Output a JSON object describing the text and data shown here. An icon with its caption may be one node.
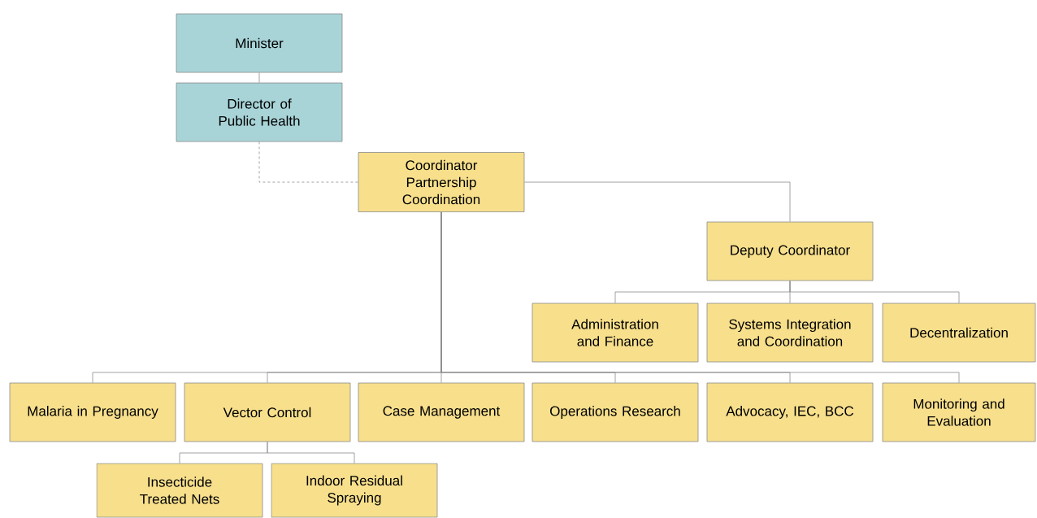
{
  "diagram": {
    "nodes": [
      {
        "text": [
          "Minister"
        ]
      },
      {
        "text": [
          "Director of Public Health"
        ]
      },
      {
        "text": [
          "Coordinator Partnership Coordination"
        ]
      },
      {
        "text": [
          "Deputy Coordinator"
        ]
      },
      {
        "text": [
          "Administration and Finance"
        ]
      },
      {
        "text": [
          "Systems Integration and Coordination"
        ]
      },
      {
        "text": [
          "Decentralization"
        ]
      },
      {
        "text": [
          "Malaria in Pregnancy"
        ]
      },
      {
        "text": [
          "Vector Control"
        ]
      },
      {
        "text": [
          "Case Management"
        ]
      },
      {
        "text": [
          "Operations Research"
        ]
      },
      {
        "text": [
          "Advocacy, IEC, BCC"
        ]
      },
      {
        "text": [
          "Monitoring and Evaluation"
        ]
      },
      {
        "text": [
          "Insecticide Treated Nets"
        ]
      },
      {
        "text": [
          "Indoor Residual Spraying"
        ]
      }
    ],
    "edges": [
      {
        "from": 0,
        "to": 1,
        "arrow": "none"
      },
      {
        "from": 1,
        "to": 2,
        "arrow": "none",
        "style": "dashed"
      },
      {
        "from": 2,
        "to": 3,
        "arrow": "none"
      },
      {
        "from": 3,
        "to": 4,
        "arrow": "none"
      },
      {
        "from": 3,
        "to": 5,
        "arrow": "none"
      },
      {
        "from": 3,
        "to": 6,
        "arrow": "none"
      },
      {
        "from": 2,
        "to": 7,
        "arrow": "none"
      },
      {
        "from": 2,
        "to": 8,
        "arrow": "none"
      },
      {
        "from": 2,
        "to": 9,
        "arrow": "none"
      },
      {
        "from": 2,
        "to": 10,
        "arrow": "none"
      },
      {
        "from": 2,
        "to": 11,
        "arrow": "none"
      },
      {
        "from": 2,
        "to": 12,
        "arrow": "none"
      },
      {
        "from": 8,
        "to": 13,
        "arrow": "none"
      },
      {
        "from": 8,
        "to": 14,
        "arrow": "none"
      }
    ]
  }
}
